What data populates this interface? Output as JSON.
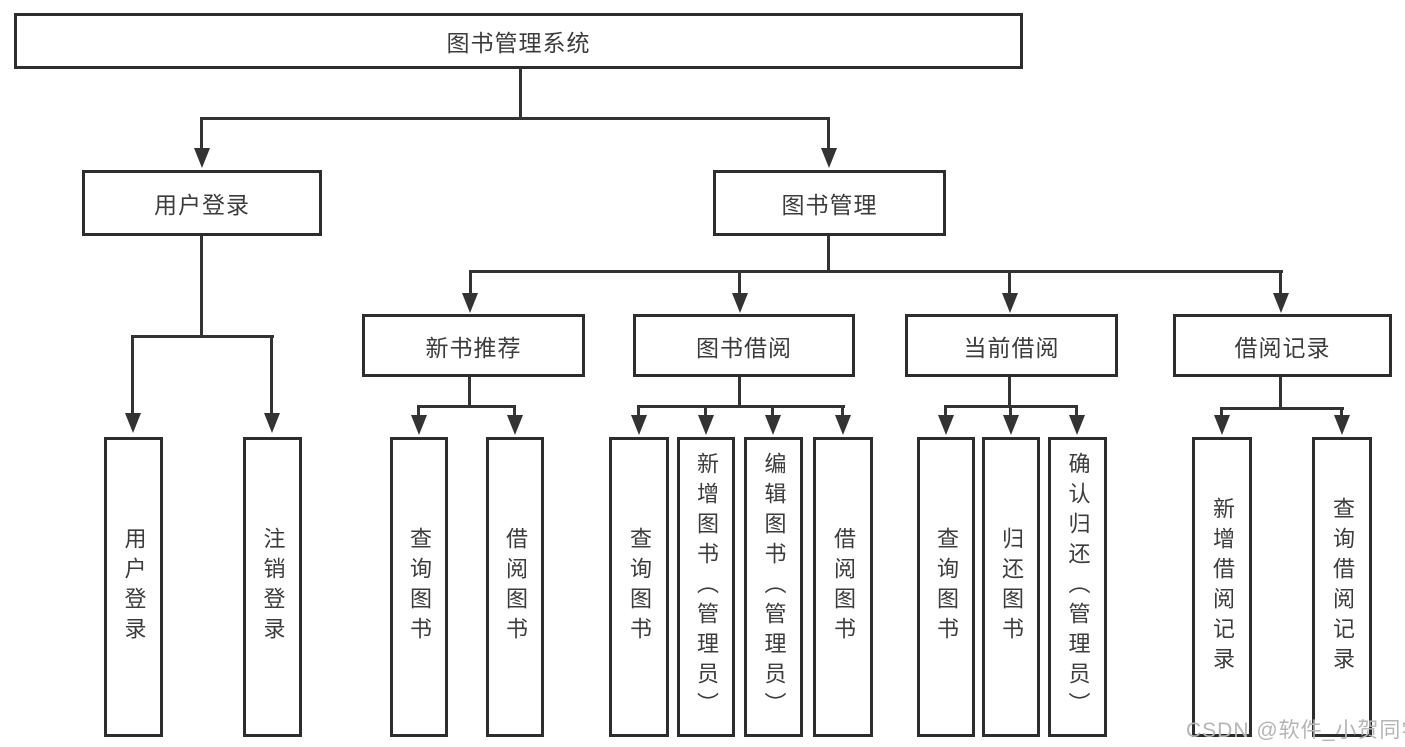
{
  "tree": {
    "root": {
      "label": "图书管理系统",
      "children": [
        {
          "label": "用户登录",
          "children": [
            {
              "label": "用户登录"
            },
            {
              "label": "注销登录"
            }
          ]
        },
        {
          "label": "图书管理",
          "children": [
            {
              "label": "新书推荐",
              "children": [
                {
                  "label": "查询图书"
                },
                {
                  "label": "借阅图书"
                }
              ]
            },
            {
              "label": "图书借阅",
              "children": [
                {
                  "label": "查询图书"
                },
                {
                  "label": "新增图书（管理员）"
                },
                {
                  "label": "编辑图书（管理员）"
                },
                {
                  "label": "借阅图书"
                }
              ]
            },
            {
              "label": "当前借阅",
              "children": [
                {
                  "label": "查询图书"
                },
                {
                  "label": "归还图书"
                },
                {
                  "label": "确认归还（管理员）"
                }
              ]
            },
            {
              "label": "借阅记录",
              "children": [
                {
                  "label": "新增借阅记录"
                },
                {
                  "label": "查询借阅记录"
                }
              ]
            }
          ]
        }
      ]
    }
  },
  "watermark": {
    "text": "CSDN @软件_小贺同学"
  },
  "colors": {
    "line": "#333333",
    "box_border": "#2d2d2d",
    "text": "#3c3c3c",
    "watermark": "#b5b5b5",
    "background": "#ffffff"
  }
}
